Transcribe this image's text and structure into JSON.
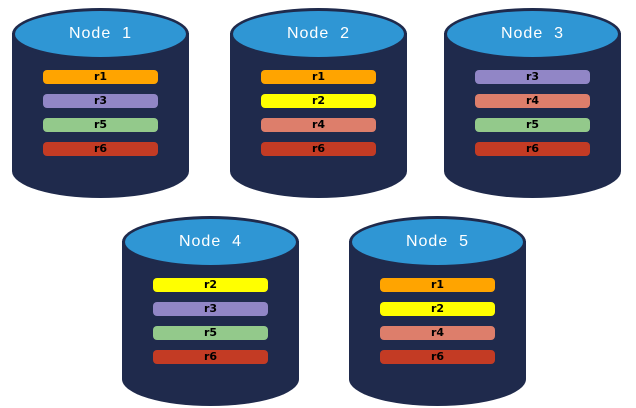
{
  "diagram": {
    "background": "#ffffff",
    "colors": {
      "cylinder_body": "#1F2A4C",
      "cylinder_top": "#2F96D4",
      "title_color": "#ffffff",
      "bar_text": "#000000"
    },
    "replica_colors": {
      "r1": "#FFA400",
      "r2": "#FFFF00",
      "r3": "#9186C6",
      "r4": "#DD7E6B",
      "r5": "#93C98B",
      "r6": "#C33B24"
    },
    "nodes": [
      {
        "title": "Node  1",
        "replicas": [
          "r1",
          "r3",
          "r5",
          "r6"
        ]
      },
      {
        "title": "Node  2",
        "replicas": [
          "r1",
          "r2",
          "r4",
          "r6"
        ]
      },
      {
        "title": "Node  3",
        "replicas": [
          "r3",
          "r4",
          "r5",
          "r6"
        ]
      },
      {
        "title": "Node  4",
        "replicas": [
          "r2",
          "r3",
          "r5",
          "r6"
        ]
      },
      {
        "title": "Node  5",
        "replicas": [
          "r1",
          "r2",
          "r4",
          "r6"
        ]
      }
    ]
  }
}
